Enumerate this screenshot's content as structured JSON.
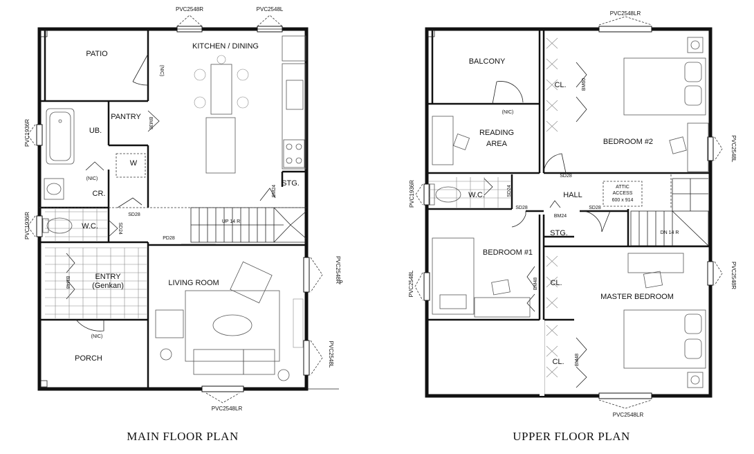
{
  "captions": {
    "main": "MAIN FLOOR PLAN",
    "upper": "UPPER FLOOR PLAN"
  },
  "main_floor": {
    "rooms": {
      "patio": "PATIO",
      "kitchen": "KITCHEN / DINING",
      "pantry": "PANTRY",
      "ub": "UB.",
      "cr": "CR.",
      "wc": "W.C.",
      "washer": "W",
      "entry": "ENTRY",
      "genkan": "(Genkan)",
      "living": "LIVING ROOM",
      "porch": "PORCH",
      "stg": "STG."
    },
    "labels": {
      "win_top_left": "PVC2548R",
      "win_top_right": "PVC2548L",
      "win_bottom": "PVC2548LR",
      "win_ub": "PVC1936R",
      "win_wc": "PVC1936R",
      "win_living_upper": "PVC2548R",
      "win_living_lower": "PVC2548L",
      "nic_patio": "(NIC)",
      "nic_cr": "(NIC)",
      "nic_entry": "(NIC)",
      "bm36": "BM36",
      "bm24": "BM24",
      "bm48": "BM48",
      "sd28": "SD28",
      "sd24": "SD24",
      "pd28": "PD28",
      "up": "UP 14 R",
      "p": "P"
    }
  },
  "upper_floor": {
    "rooms": {
      "balcony": "BALCONY",
      "reading1": "READING",
      "reading2": "AREA",
      "bedroom2": "BEDROOM #2",
      "wc": "W.C.",
      "hall": "HALL",
      "attic1": "ATTIC",
      "attic2": "ACCESS",
      "attic3": "600 x 914",
      "stg": "STG.",
      "bedroom1": "BEDROOM #1",
      "master": "MASTER BEDROOM",
      "cl_top": "CL.",
      "cl_mid": "CL.",
      "cl_bottom": "CL."
    },
    "labels": {
      "win_top": "PVC2548LR",
      "win_bottom": "PVC2548LR",
      "win_br2": "PVC2548L",
      "win_master": "PVC2548R",
      "win_wc": "PVC1936R",
      "win_br1": "PVC2548L",
      "nic": "(NIC)",
      "bm60": "BM60",
      "bm24": "BM24",
      "bm48_a": "BM48",
      "bm48_b": "BM48",
      "sd28_a": "SD28",
      "sd28_b": "SD28",
      "sd28_c": "SD28",
      "sd24": "SD24",
      "dn": "DN 14 R"
    }
  }
}
